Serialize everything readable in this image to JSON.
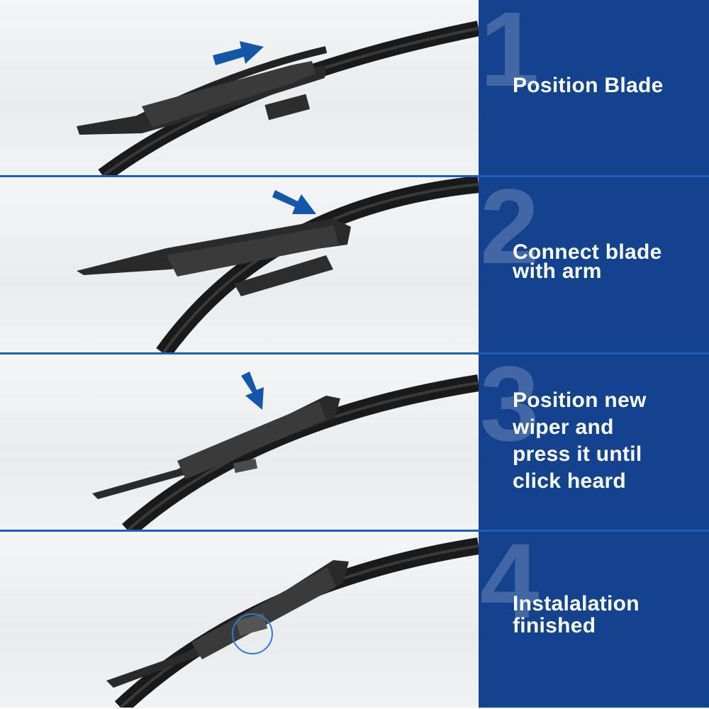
{
  "colors": {
    "panel_bg": "#15428f",
    "divider": "#1d5fb8",
    "arrow": "#1656a8",
    "label_text": "#ffffff"
  },
  "steps": [
    {
      "number": "1",
      "label": "Position Blade",
      "arrow_icon": "arrow-right-icon"
    },
    {
      "number": "2",
      "label": "Connect blade\nwith arm",
      "arrow_icon": "arrow-down-right-icon"
    },
    {
      "number": "3",
      "label": "Position new\nwiper and\npress it until\nclick heard",
      "arrow_icon": "arrow-down-icon"
    },
    {
      "number": "4",
      "label": "Instalalation\nfinished",
      "highlight_icon": "highlight-circle-icon"
    }
  ]
}
